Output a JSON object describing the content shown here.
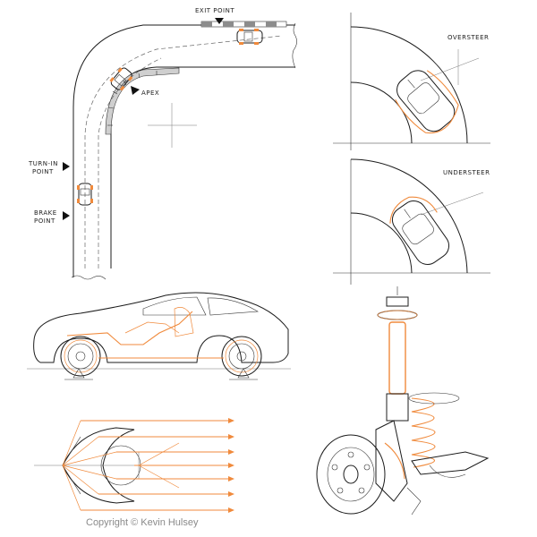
{
  "corner": {
    "exit_label": "EXIT POINT",
    "apex_label": "APEX",
    "turn_in_label_line1": "TURN-IN",
    "turn_in_label_line2": "POINT",
    "brake_label_line1": "BRAKE",
    "brake_label_line2": "POINT"
  },
  "dynamics": {
    "oversteer_label": "OVERSTEER",
    "understeer_label": "UNDERSTEER"
  },
  "credit": {
    "copyright": "Copyright © Kevin Hulsey"
  },
  "colors": {
    "ink": "#1c1c1c",
    "accent": "#f08a3c",
    "credit_text": "#8a8a8a",
    "background": "#ffffff"
  }
}
